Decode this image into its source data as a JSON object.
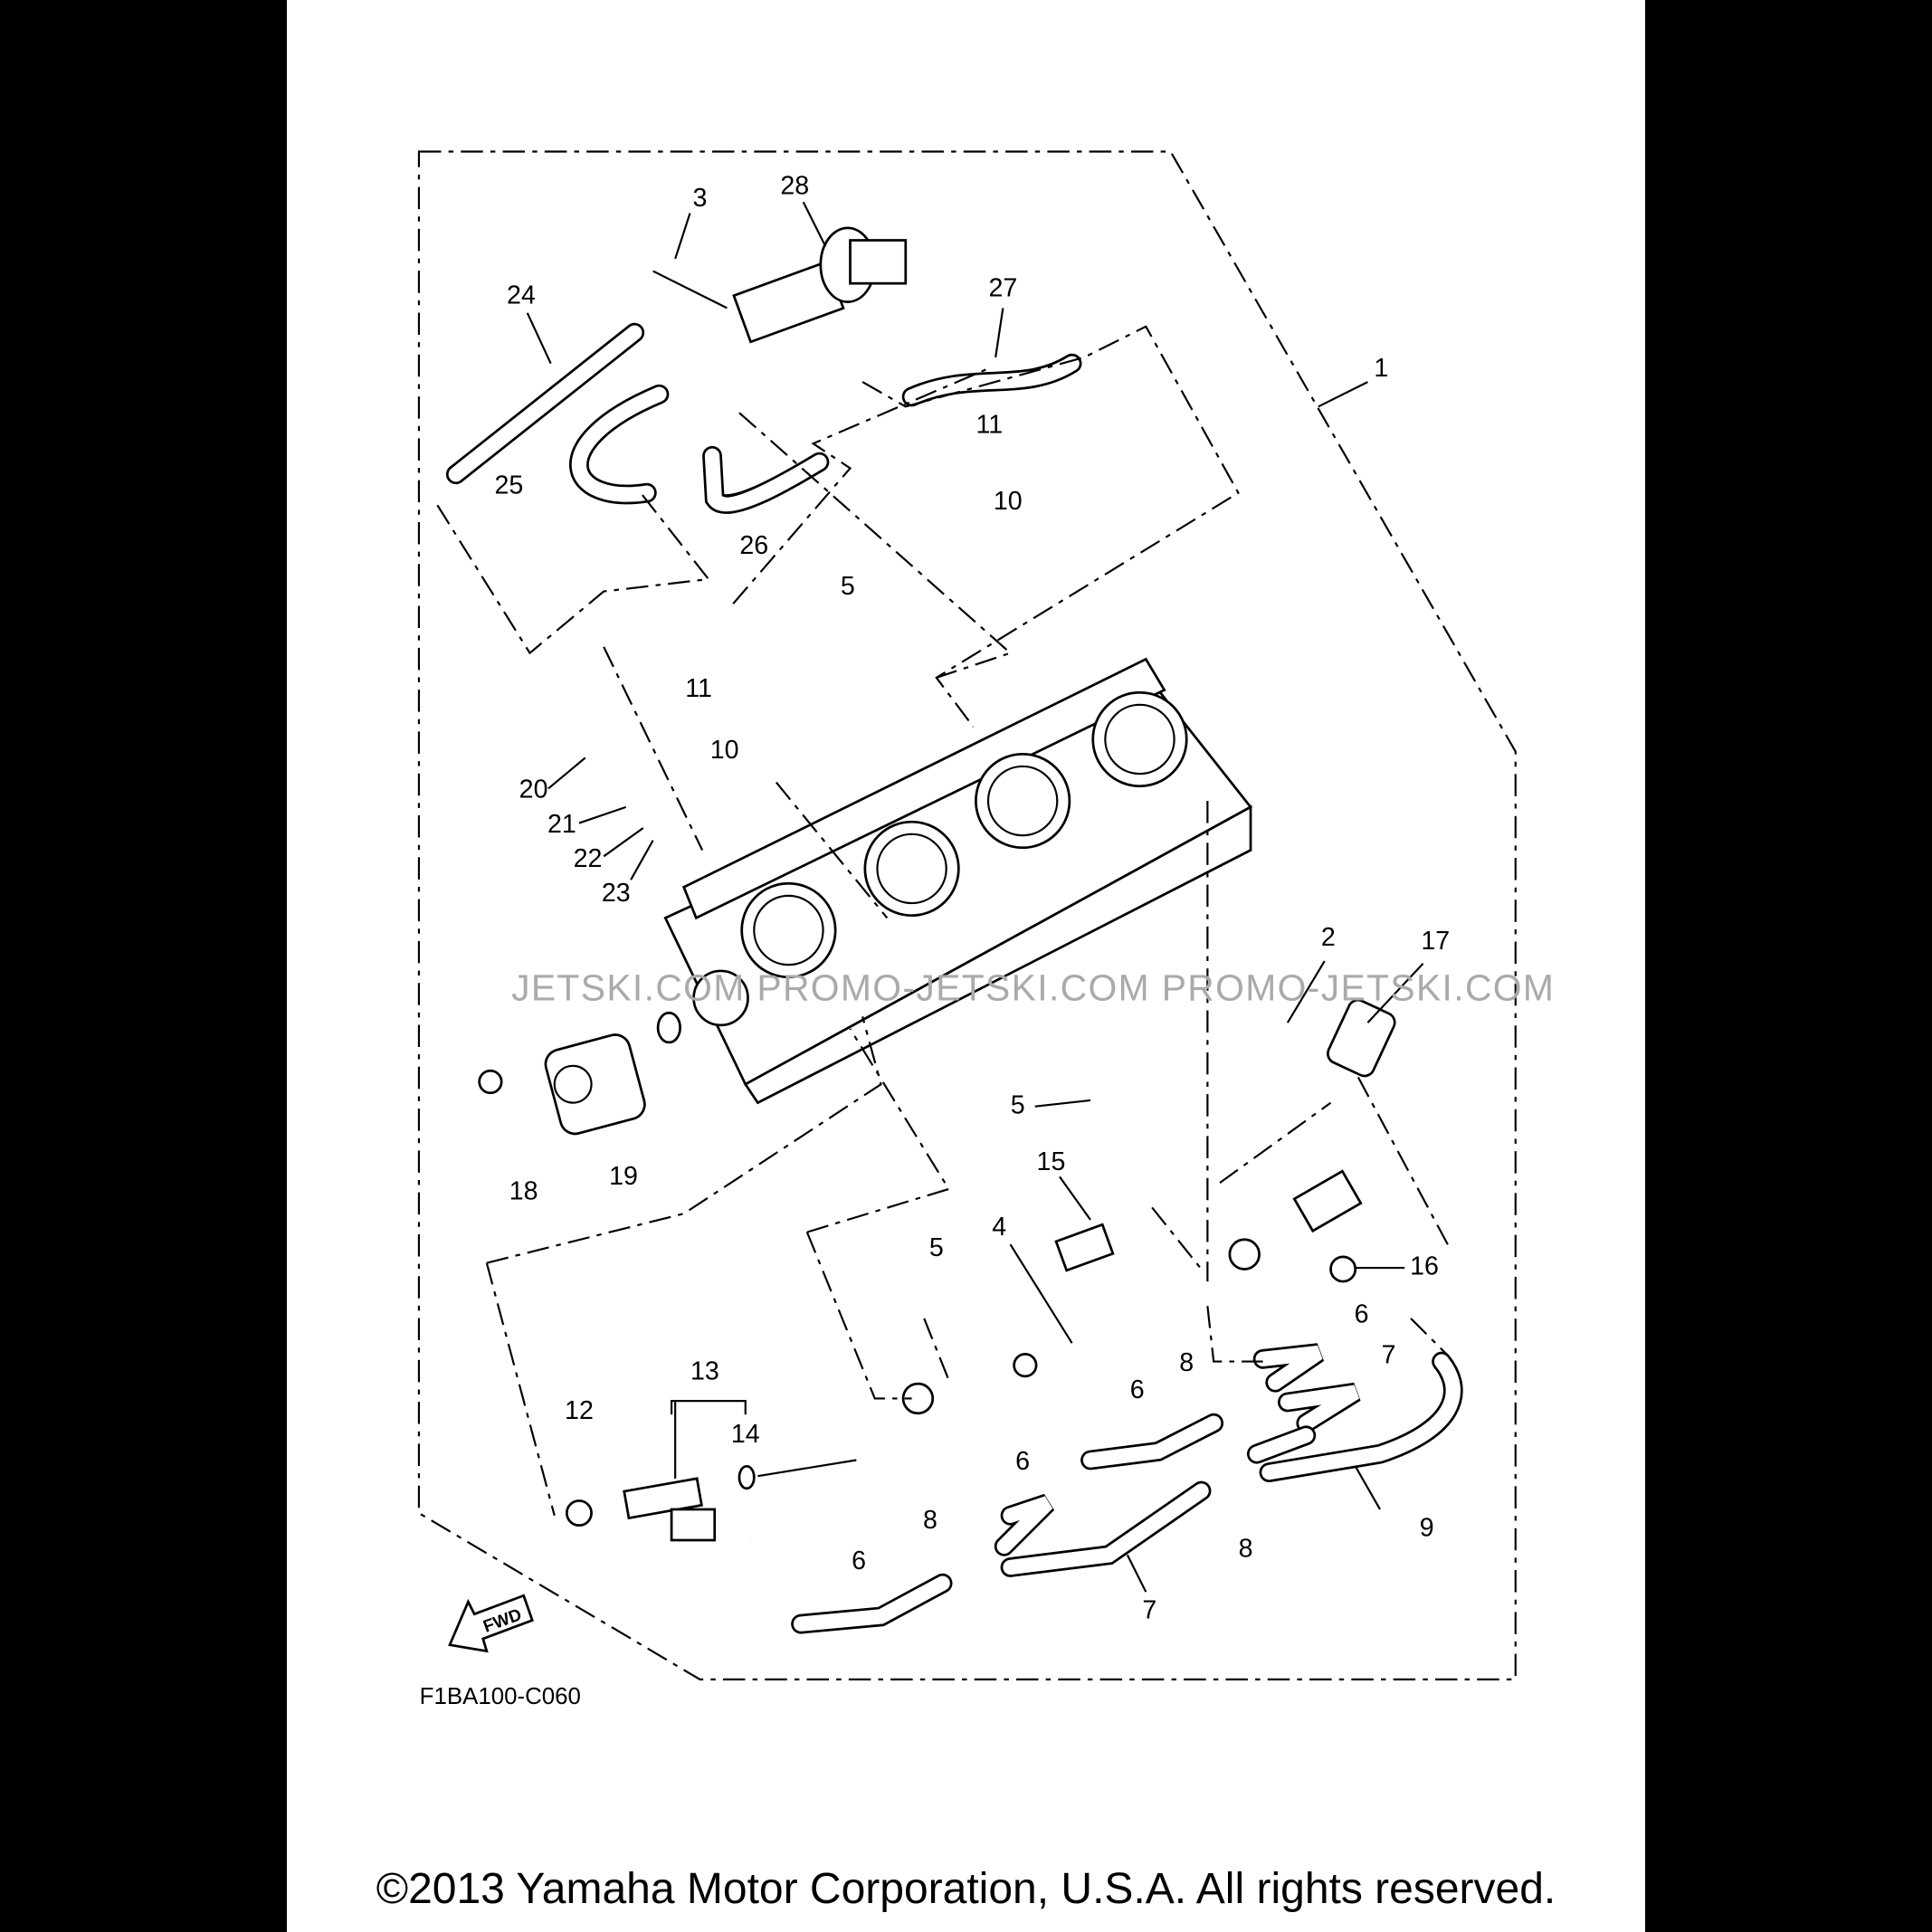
{
  "diagram": {
    "code": "F1BA100-C060",
    "fwd_label": "FWD",
    "watermark": "JETSKI.COM  PROMO-JETSKI.COM  PROMO-JETSKI.COM",
    "callouts": [
      "3",
      "28",
      "24",
      "27",
      "1",
      "11",
      "10",
      "25",
      "26",
      "5",
      "11",
      "10",
      "20",
      "21",
      "22",
      "23",
      "2",
      "17",
      "5",
      "18",
      "19",
      "15",
      "4",
      "5",
      "16",
      "6",
      "7",
      "8",
      "6",
      "12",
      "13",
      "14",
      "6",
      "8",
      "8",
      "9",
      "6",
      "7"
    ]
  },
  "footer": {
    "copyright": "©2013 Yamaha Motor Corporation, U.S.A. All rights reserved."
  }
}
